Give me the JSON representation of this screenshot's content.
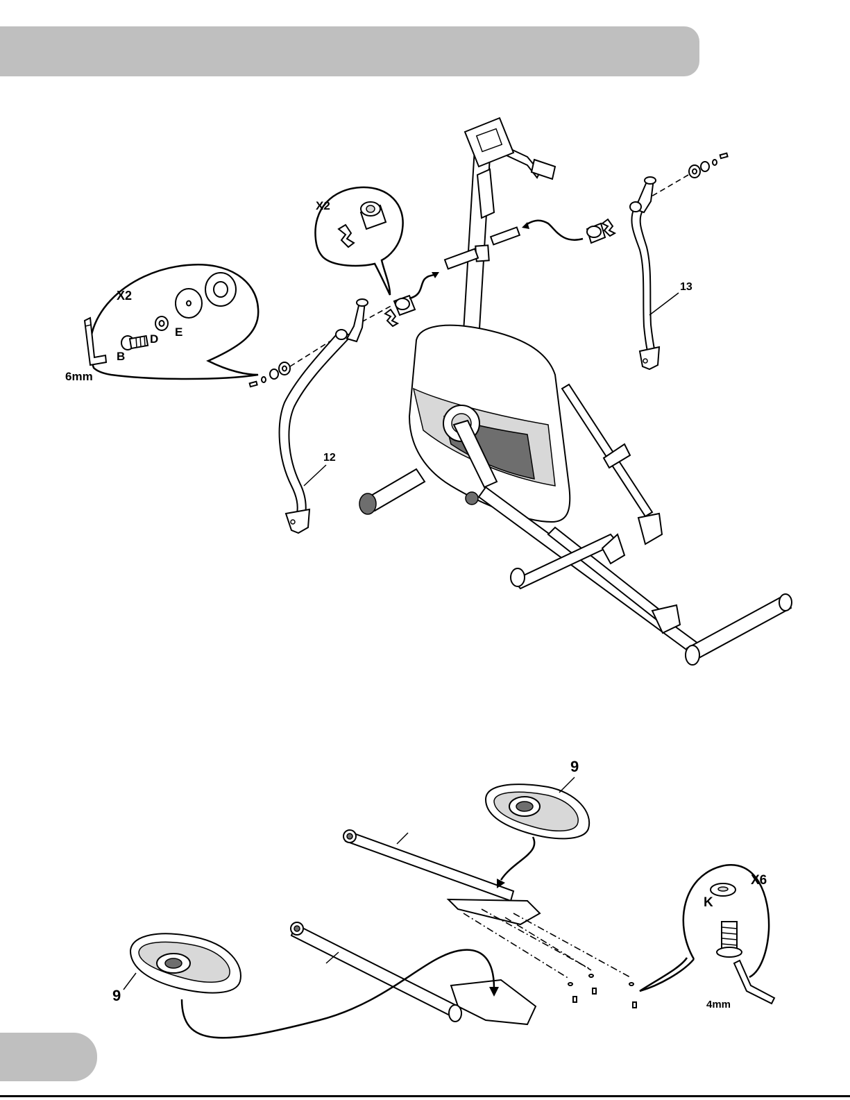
{
  "step1": {
    "callout_left": {
      "qty": "X2",
      "tool": "6mm",
      "parts": [
        "B",
        "D",
        "E"
      ]
    },
    "callout_top": {
      "qty": "X2"
    },
    "labels": {
      "left_arm": "12",
      "right_arm": "13"
    }
  },
  "step2": {
    "labels": {
      "pedal_top": "9",
      "pedal_left": "9"
    },
    "callout": {
      "qty": "X6",
      "part": "K",
      "tool": "4mm"
    }
  },
  "icons": [
    "allen-key-icon",
    "bolt-icon",
    "washer-icon",
    "bushing-icon",
    "clip-icon",
    "arrow-icon"
  ]
}
